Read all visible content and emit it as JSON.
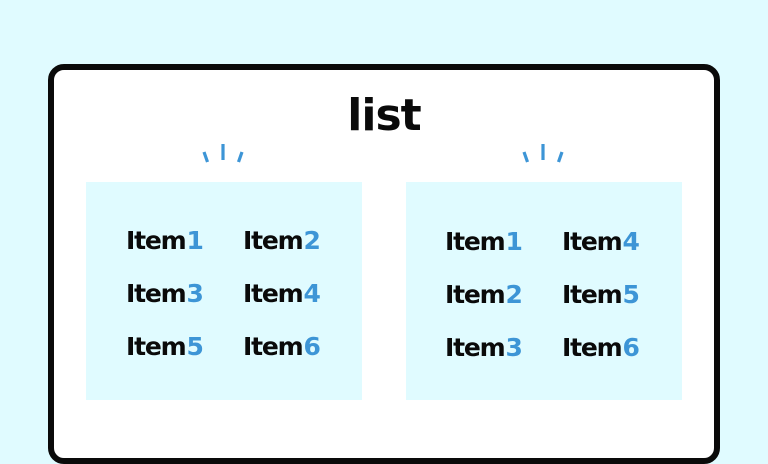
{
  "title": "list",
  "colors": {
    "background": "#e0fbff",
    "frame_border": "#0a0a0a",
    "frame_fill": "#ffffff",
    "panel_fill": "#e0fbff",
    "text": "#0a0a0a",
    "accent": "#3d95d6"
  },
  "decorations": {
    "left_burst": "sparkle-lines-icon",
    "right_burst": "sparkle-lines-icon"
  },
  "panels": [
    {
      "name": "row-major-grid",
      "items": [
        {
          "label": "Item",
          "num": "1"
        },
        {
          "label": "Item",
          "num": "2"
        },
        {
          "label": "Item",
          "num": "3"
        },
        {
          "label": "Item",
          "num": "4"
        },
        {
          "label": "Item",
          "num": "5"
        },
        {
          "label": "Item",
          "num": "6"
        }
      ]
    },
    {
      "name": "column-major-grid",
      "items": [
        {
          "label": "Item",
          "num": "1"
        },
        {
          "label": "Item",
          "num": "4"
        },
        {
          "label": "Item",
          "num": "2"
        },
        {
          "label": "Item",
          "num": "5"
        },
        {
          "label": "Item",
          "num": "3"
        },
        {
          "label": "Item",
          "num": "6"
        }
      ]
    }
  ]
}
